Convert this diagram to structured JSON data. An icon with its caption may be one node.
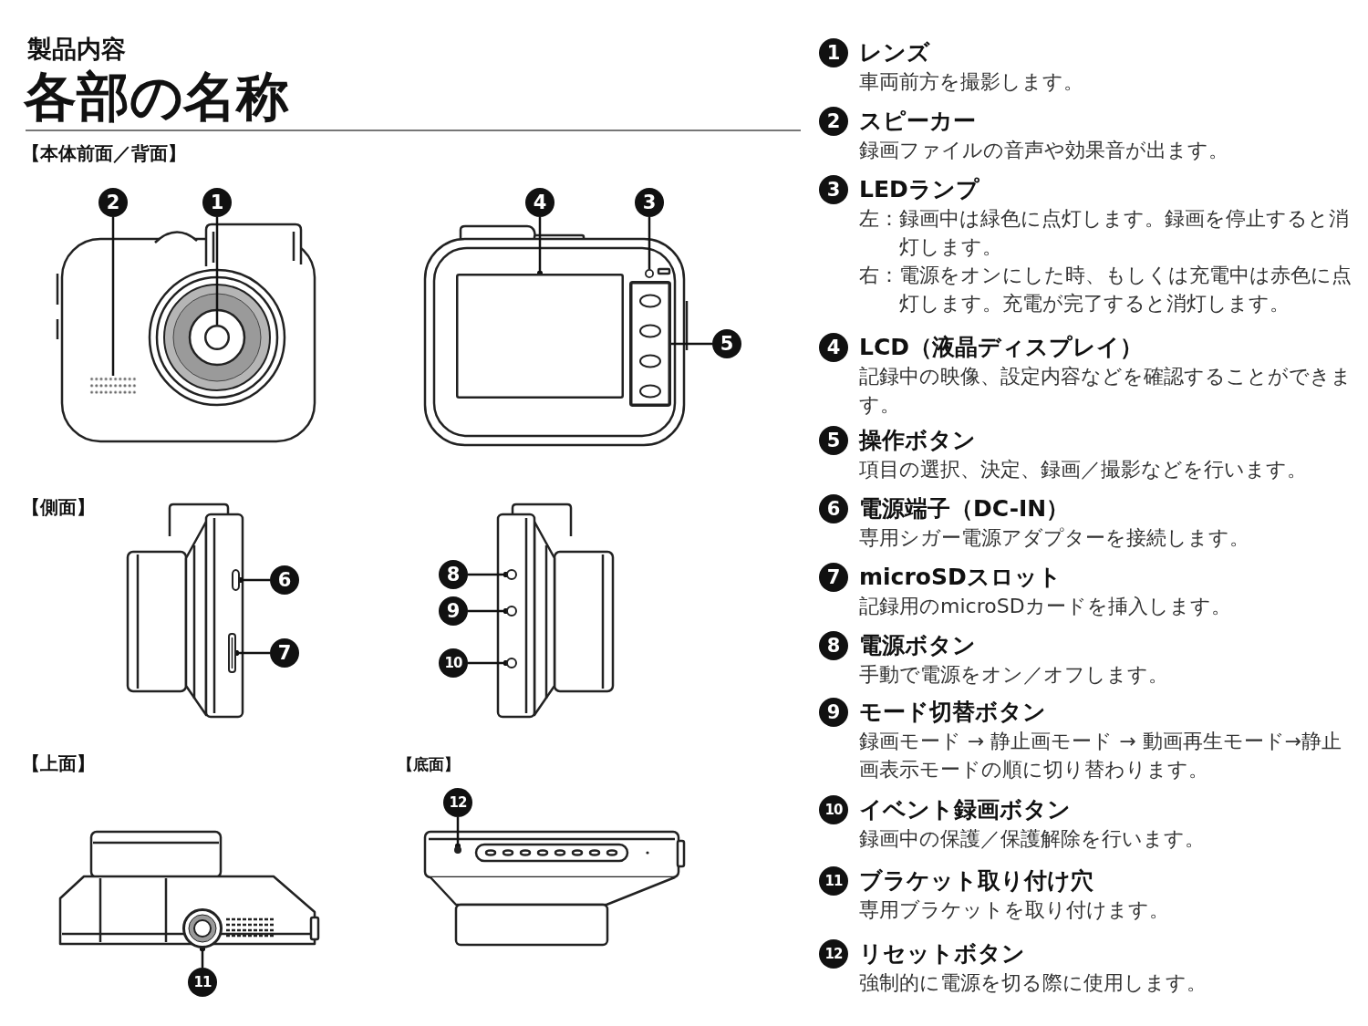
{
  "diagram": {
    "title": "各部の名称",
    "nodes": [
      {
        "text": [
          "1"
        ]
      },
      {
        "text": [
          "2"
        ]
      },
      {
        "text": [
          "3"
        ]
      },
      {
        "text": [
          "4"
        ]
      },
      {
        "text": [
          "5"
        ]
      },
      {
        "text": [
          "6"
        ]
      },
      {
        "text": [
          "7"
        ]
      },
      {
        "text": [
          "8"
        ]
      },
      {
        "text": [
          "9"
        ]
      },
      {
        "text": [
          "10"
        ]
      },
      {
        "text": [
          "11"
        ]
      },
      {
        "text": [
          "12"
        ]
      },
      {
        "text": [],
        "shape": "circle"
      },
      {
        "text": [],
        "shape": "box"
      },
      {
        "text": [],
        "shape": "circle"
      },
      {
        "text": [],
        "shape": "box"
      },
      {
        "text": [],
        "shape": "box"
      },
      {
        "text": [],
        "shape": "box"
      },
      {
        "text": [],
        "shape": "box"
      },
      {
        "text": [],
        "shape": "circle"
      },
      {
        "text": [],
        "shape": "circle"
      },
      {
        "text": [],
        "shape": "circle"
      },
      {
        "text": [],
        "shape": "circle"
      },
      {
        "text": [],
        "shape": "circle"
      },
      {
        "text": [
          "1"
        ]
      },
      {
        "text": [
          "2"
        ]
      },
      {
        "text": [
          "3"
        ]
      },
      {
        "text": [
          "4"
        ]
      },
      {
        "text": [
          "5"
        ]
      },
      {
        "text": [
          "6"
        ]
      },
      {
        "text": [
          "7"
        ]
      },
      {
        "text": [
          "8"
        ]
      },
      {
        "text": [
          "9"
        ]
      },
      {
        "text": [
          "10"
        ]
      },
      {
        "text": [
          "11"
        ]
      },
      {
        "text": [
          "12"
        ]
      }
    ],
    "edges": [
      {
        "from": 0,
        "to": 12,
        "arrow": "none"
      },
      {
        "from": 1,
        "to": 13,
        "arrow": "none"
      },
      {
        "from": 2,
        "to": 14,
        "arrow": "none"
      },
      {
        "from": 3,
        "to": 15,
        "arrow": "other"
      },
      {
        "from": 4,
        "to": 16,
        "arrow": "none"
      },
      {
        "from": 5,
        "to": 17,
        "arrow": "other"
      },
      {
        "from": 6,
        "to": 18,
        "arrow": "other"
      },
      {
        "from": 7,
        "to": 19,
        "arrow": "other"
      },
      {
        "from": 8,
        "to": 20,
        "arrow": "other"
      },
      {
        "from": 9,
        "to": 21,
        "arrow": "other"
      },
      {
        "from": 10,
        "to": 22,
        "arrow": "other"
      },
      {
        "from": 11,
        "to": 23,
        "arrow": "other"
      }
    ],
    "labels": [
      "製品内容",
      "【本体前面／背面】",
      "【側面】",
      "【上面】",
      "【底面】",
      "レンズ",
      "車両前方を撮影します。",
      "スピーカー",
      "録画ファイルの音声や効果音が出ます。",
      "LEDランプ",
      "左：録画中は緑色に点灯します。録画を停止すると消灯します。",
      "右：電源をオンにした時、もしくは充電中は赤色に点灯します。充電が完了すると消灯します。",
      "LCD（液晶ディスプレイ）",
      "記録中の映像、設定内容などを確認することができます。",
      "操作ボタン",
      "項目の選択、決定、録画／撮影などを行います。",
      "電源端子（DC-IN）",
      "専用シガー電源アダプターを接続します。",
      "microSDスロット",
      "記録用のmicroSDカードを挿入します。",
      "電源ボタン",
      "手動で電源をオン／オフします。",
      "モード切替ボタン",
      "録画モード → 静止画モード → 動画再生モード→静止画表示モードの順に切り替わります。",
      "イベント録画ボタン",
      "録画中の保護／保護解除を行います。",
      "ブラケット取り付け穴",
      "専用ブラケットを取り付けます。",
      "リセットボタン",
      "強制的に電源を切る際に使用します。"
    ]
  }
}
